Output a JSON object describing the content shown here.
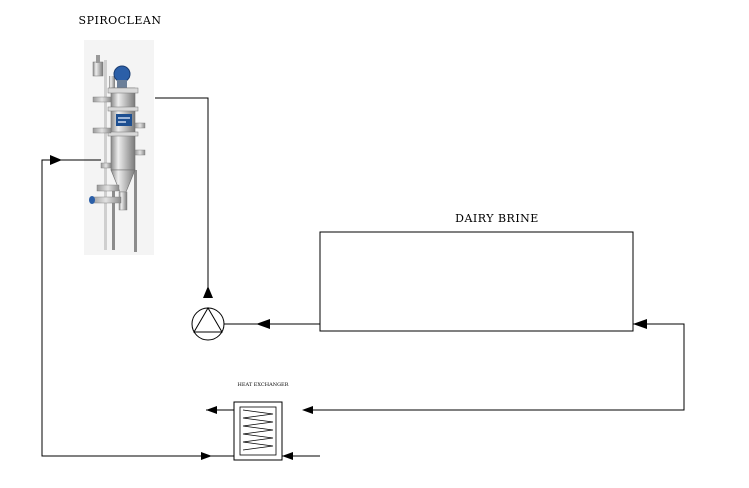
{
  "labels": {
    "spiroclean": "SPIROCLEAN",
    "dairy_brine": "DAIRY BRINE",
    "heat_exchanger": "HEAT EXCHANGER"
  },
  "colors": {
    "line": "#000000",
    "steel_light": "#e8e8e8",
    "steel_mid": "#b5b5b5",
    "steel_dark": "#6e6e6e",
    "accent_blue": "#1d4f91",
    "motor_blue": "#2b5fa8"
  },
  "icons": {
    "filter": "spiroclean-filter-unit-icon",
    "pump": "centrifugal-pump-icon",
    "heat_exchanger": "heat-exchanger-coil-icon"
  }
}
